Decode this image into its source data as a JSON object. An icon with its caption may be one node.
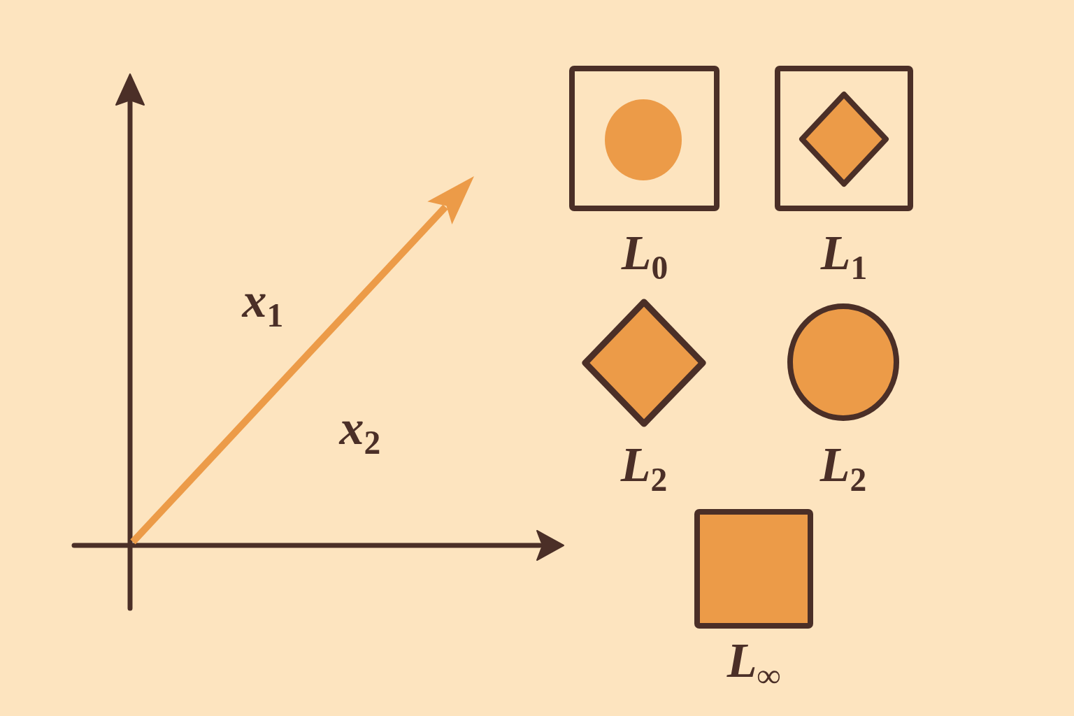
{
  "diagram": {
    "nodes": [
      {
        "text": [
          "L$_{0}$"
        ]
      },
      {
        "text": [
          "L$_{1}$"
        ]
      },
      {
        "text": [
          "L$_{2}$"
        ]
      },
      {
        "text": [
          "L$_{2}$"
        ]
      },
      {
        "text": [
          "L$_{∞}$"
        ]
      }
    ],
    "labels": [
      "x$_{1}$",
      "x$_{2}$"
    ]
  }
}
